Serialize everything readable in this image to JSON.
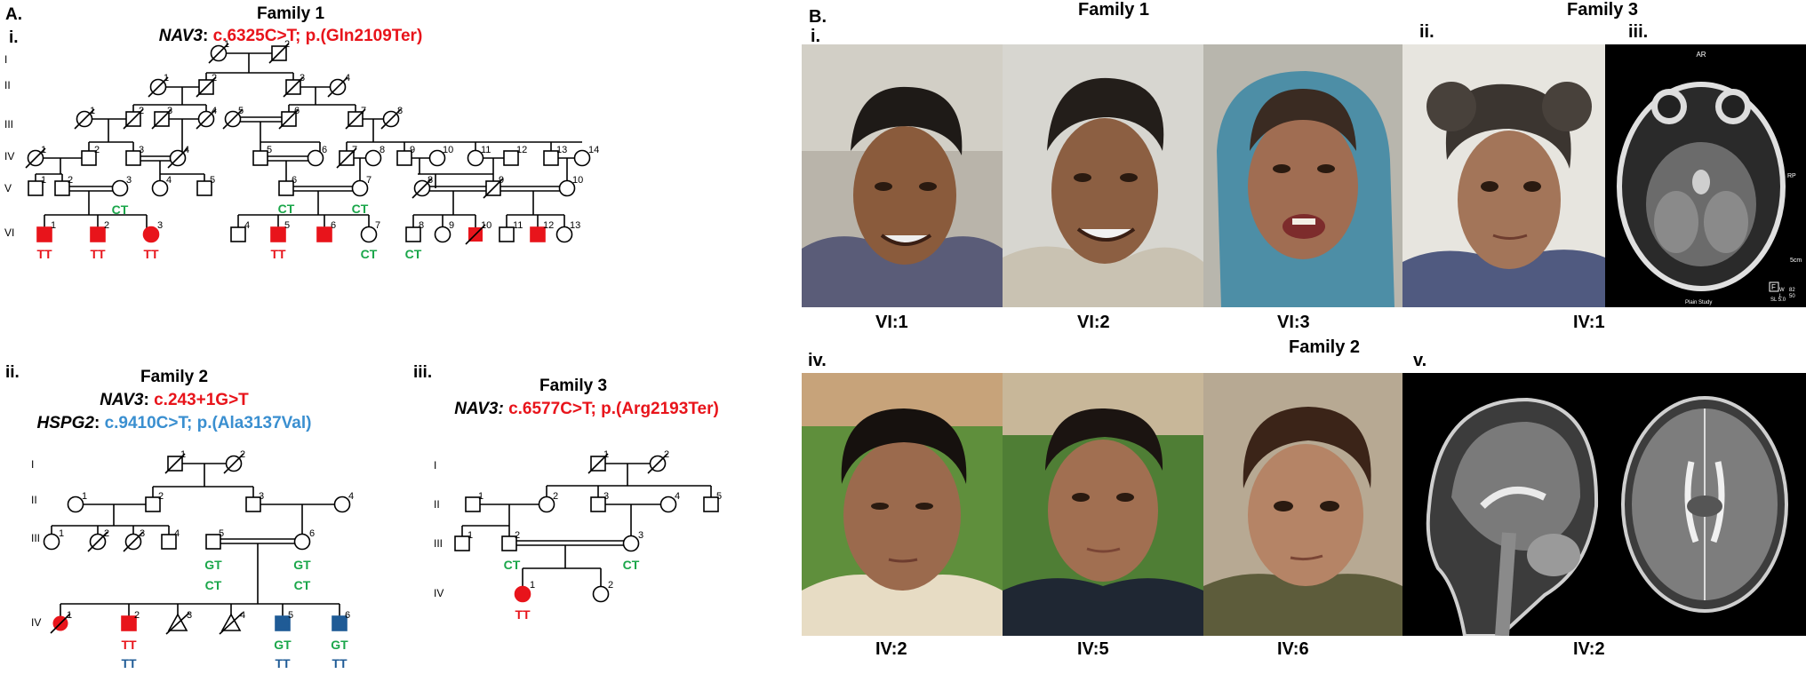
{
  "section_a": {
    "label": "A.",
    "family1": {
      "sub": "i.",
      "title": "Family 1",
      "gene": "NAV3",
      "variant": "c.6325C>T; p.(Gln2109Ter)",
      "gen": [
        "I",
        "II",
        "III",
        "IV",
        "V",
        "VI"
      ],
      "gt": {
        "v3": "CT",
        "v6": "CT",
        "v7": "CT",
        "vi1": "TT",
        "vi2": "TT",
        "vi3": "TT",
        "vi5": "TT",
        "vi7": "CT",
        "vi8": "CT"
      }
    },
    "family2": {
      "sub": "ii.",
      "title": "Family 2",
      "gene1": "NAV3",
      "variant1": "c.243+1G>T",
      "gene2": "HSPG2",
      "variant2": "c.9410C>T; p.(Ala3137Val)",
      "gen": [
        "I",
        "II",
        "III",
        "IV"
      ],
      "gt": {
        "iii5a": "GT",
        "iii5b": "CT",
        "iii6a": "GT",
        "iii6b": "CT",
        "iv2a": "TT",
        "iv2b": "TT",
        "iv5a": "GT",
        "iv5b": "TT",
        "iv6a": "GT",
        "iv6b": "TT"
      }
    },
    "family3": {
      "sub": "iii.",
      "title": "Family 3",
      "gene": "NAV3:",
      "variant": "c.6577C>T; p.(Arg2193Ter)",
      "gen": [
        "I",
        "II",
        "III",
        "IV"
      ],
      "gt": {
        "iii2": "CT",
        "iii3": "CT",
        "iv1": "TT"
      }
    }
  },
  "section_b": {
    "label": "B.",
    "family1_title": "Family 1",
    "family2_title": "Family 2",
    "family3_title": "Family 3",
    "sub": {
      "i": "i.",
      "ii": "ii.",
      "iii": "iii.",
      "iv": "iv.",
      "v": "v."
    },
    "captions": {
      "p1": "VI:1",
      "p2": "VI:2",
      "p3": "VI:3",
      "p45": "IV:1",
      "p6": "IV:2",
      "p7": "IV:5",
      "p8": "IV:6",
      "p9": "IV:2"
    },
    "ct_text": {
      "top": "AR",
      "side1": "RP",
      "side2": "5cm",
      "box": "F",
      "sl": "SL 5.0",
      "w": "W",
      "wv": "82",
      "l": "L",
      "lv": "50",
      "study": "Plain Study"
    }
  }
}
